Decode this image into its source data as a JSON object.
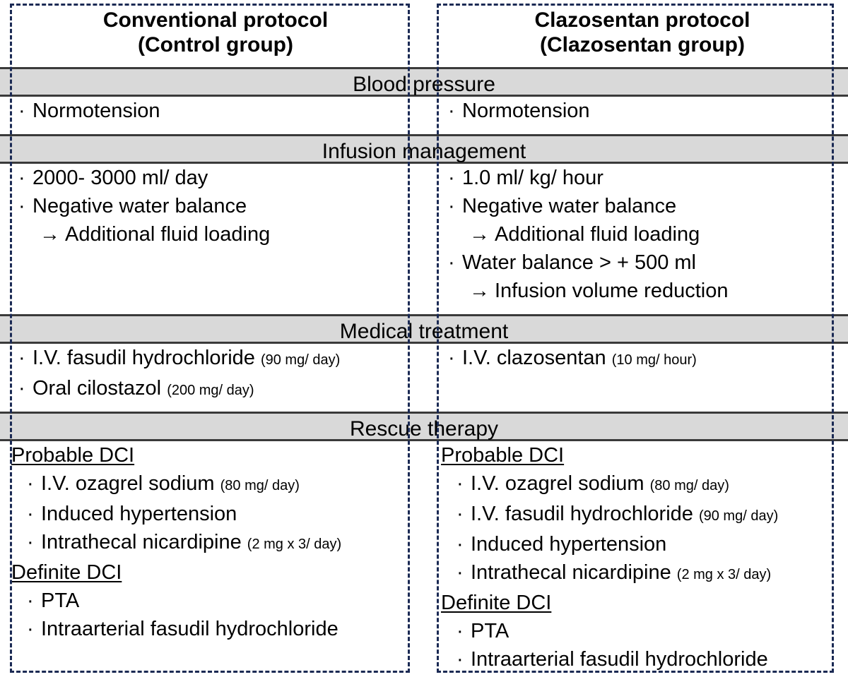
{
  "figure": {
    "type": "protocol-comparison-table",
    "accent_border_color": "#1b2a54",
    "band_fill_color": "#d9d9d9",
    "band_border_color": "#3a3a3a",
    "columns": [
      {
        "title_line1": "Conventional protocol",
        "title_line2": "(Control group)"
      },
      {
        "title_line1": "Clazosentan protocol",
        "title_line2": "(Clazosentan group)"
      }
    ]
  },
  "sections": {
    "blood_pressure": {
      "band_label": "Blood pressure",
      "left": [
        {
          "marker": "bullet",
          "text": "Normotension",
          "dose": ""
        }
      ],
      "right": [
        {
          "marker": "bullet",
          "text": "Normotension",
          "dose": ""
        }
      ]
    },
    "infusion_management": {
      "band_label": "Infusion management",
      "left": [
        {
          "marker": "bullet",
          "text": "2000- 3000 ml/ day",
          "dose": ""
        },
        {
          "marker": "bullet",
          "text": "Negative water balance",
          "dose": ""
        },
        {
          "marker": "arrow",
          "text": "Additional fluid loading",
          "dose": ""
        }
      ],
      "right": [
        {
          "marker": "bullet",
          "text": "1.0 ml/ kg/ hour",
          "dose": ""
        },
        {
          "marker": "bullet",
          "text": "Negative water balance",
          "dose": ""
        },
        {
          "marker": "arrow",
          "text": "Additional fluid loading",
          "dose": ""
        },
        {
          "marker": "bullet",
          "text": "Water balance > + 500 ml",
          "dose": ""
        },
        {
          "marker": "arrow",
          "text": "Infusion volume reduction",
          "dose": ""
        }
      ]
    },
    "medical_treatment": {
      "band_label": "Medical treatment",
      "left": [
        {
          "marker": "bullet",
          "text": "I.V. fasudil hydrochloride",
          "dose": "(90 mg/ day)"
        },
        {
          "marker": "bullet",
          "text": "Oral cilostazol",
          "dose": "(200 mg/ day)"
        }
      ],
      "right": [
        {
          "marker": "bullet",
          "text": "I.V. clazosentan",
          "dose": "(10 mg/ hour)"
        }
      ]
    },
    "rescue_therapy": {
      "band_label": "Rescue therapy",
      "left_groups": [
        {
          "heading": "Probable DCI",
          "items": [
            {
              "marker": "bullet",
              "text": "I.V. ozagrel sodium",
              "dose": "(80 mg/ day)"
            },
            {
              "marker": "bullet",
              "text": "Induced hypertension",
              "dose": ""
            },
            {
              "marker": "bullet",
              "text": "Intrathecal nicardipine",
              "dose": "(2 mg x 3/ day)"
            }
          ]
        },
        {
          "heading": "Definite DCI",
          "items": [
            {
              "marker": "bullet",
              "text": "PTA",
              "dose": ""
            },
            {
              "marker": "bullet",
              "text": "Intraarterial fasudil hydrochloride",
              "dose": ""
            }
          ]
        }
      ],
      "right_groups": [
        {
          "heading": "Probable DCI",
          "items": [
            {
              "marker": "bullet",
              "text": "I.V. ozagrel sodium",
              "dose": "(80 mg/ day)"
            },
            {
              "marker": "bullet",
              "text": "I.V. fasudil hydrochloride",
              "dose": "(90 mg/ day)"
            },
            {
              "marker": "bullet",
              "text": "Induced hypertension",
              "dose": ""
            },
            {
              "marker": "bullet",
              "text": "Intrathecal nicardipine",
              "dose": "(2 mg x 3/ day)"
            }
          ]
        },
        {
          "heading": "Definite DCI",
          "items": [
            {
              "marker": "bullet",
              "text": "PTA",
              "dose": ""
            },
            {
              "marker": "bullet",
              "text": "Intraarterial fasudil hydrochloride",
              "dose": ""
            }
          ]
        }
      ]
    }
  }
}
